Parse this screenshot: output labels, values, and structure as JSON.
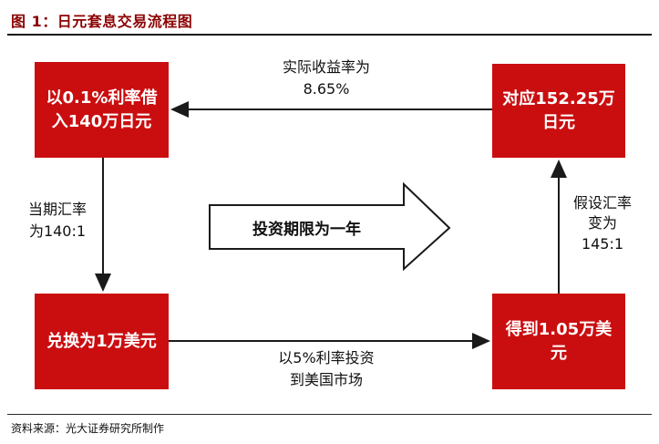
{
  "figure": {
    "title": "图 1：日元套息交易流程图",
    "source": "资料来源：光大证券研究所制作"
  },
  "colors": {
    "box_red": "#CA0E10",
    "title_red": "#8B0000",
    "line": "#1A1A1A"
  },
  "nodes": {
    "borrow": "以0.1%利率借\n入140万日元",
    "correspond": "对应152.25万\n日元",
    "exchange": "兑换为1万美元",
    "receive": "得到1.05万美\n元"
  },
  "edges": {
    "return_label": "实际收益率为\n8.65%",
    "fx_current_label": "当期汇率\n为140:1",
    "invest_label": "以5%利率投资\n到美国市场",
    "fx_assumed_label": "假设汇率\n变为\n145:1"
  },
  "period_arrow": {
    "label": "投资期限为一年"
  }
}
